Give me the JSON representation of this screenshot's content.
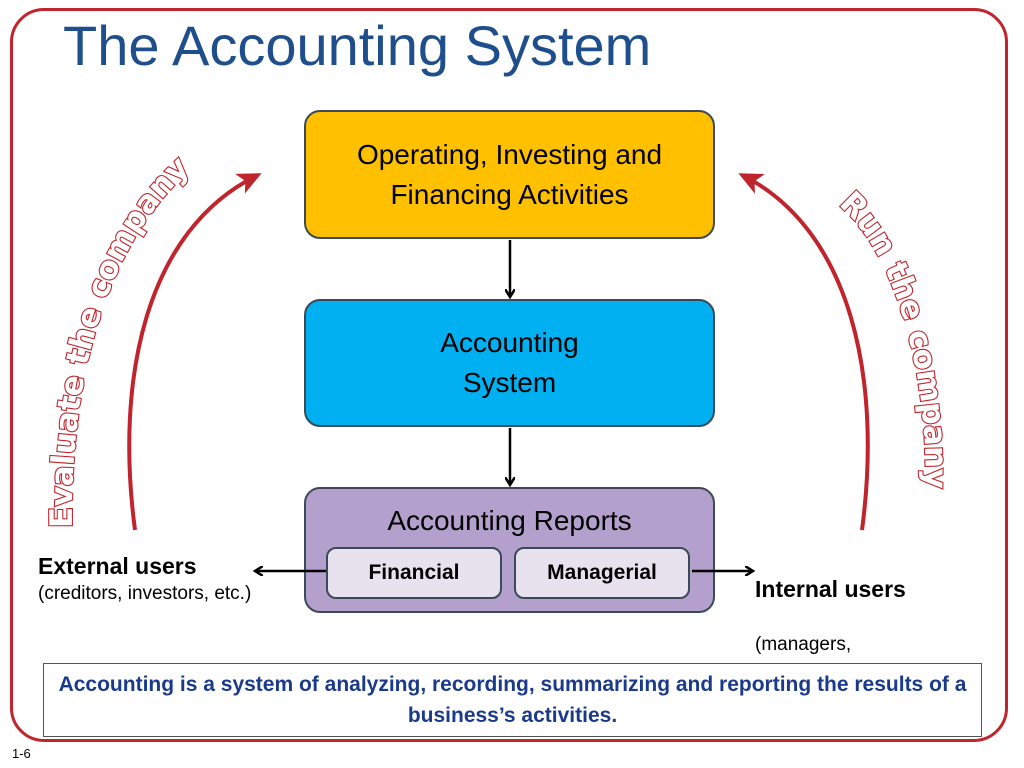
{
  "slide": {
    "title": "The Accounting System",
    "number": "1-6"
  },
  "diagram": {
    "activities": "Operating, Investing and\nFinancing Activities",
    "system": "Accounting\nSystem",
    "reports": {
      "title": "Accounting Reports",
      "financial": "Financial",
      "managerial": "Managerial"
    },
    "external_users": {
      "label": "External users",
      "detail": "(creditors, investors, etc.)"
    },
    "internal_users": {
      "label": "Internal users",
      "detail": "(managers,\nsupervisors etc.)"
    },
    "left_arc_label": "Evaluate the company",
    "right_arc_label": "Run the company"
  },
  "definition": "Accounting is a system of analyzing, recording, summarizing and reporting the results of a business’s activities.",
  "colors": {
    "title": "#1f4e8c",
    "frame": "#c0242c",
    "activities_box": "#ffc000",
    "system_box": "#00b0f0",
    "reports_box": "#b4a0cc",
    "sub_box": "#e8e2ee",
    "definition_text": "#1a3a8c",
    "arc": "#c0242c"
  }
}
